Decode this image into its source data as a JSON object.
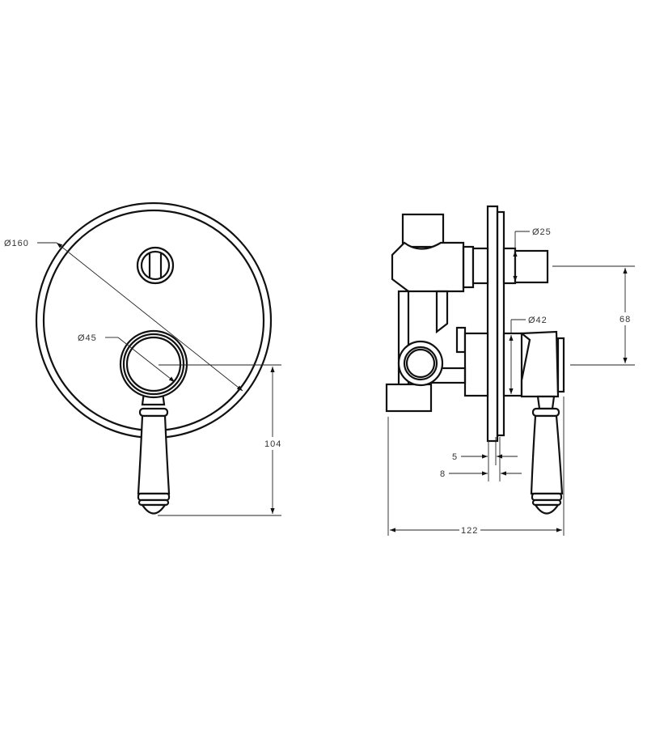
{
  "drawing": {
    "front_view": {
      "dimensions": {
        "plate_diameter": "Ø160",
        "handle_ring_diameter": "Ø45",
        "handle_height": "104"
      }
    },
    "side_view": {
      "dimensions": {
        "diverter_diameter": "Ø25",
        "mixer_diameter": "Ø42",
        "outlet_spacing": "68",
        "plate_thickness_inner": "5",
        "plate_thickness_outer": "8",
        "total_depth": "122"
      }
    },
    "line_color": "#111111"
  }
}
